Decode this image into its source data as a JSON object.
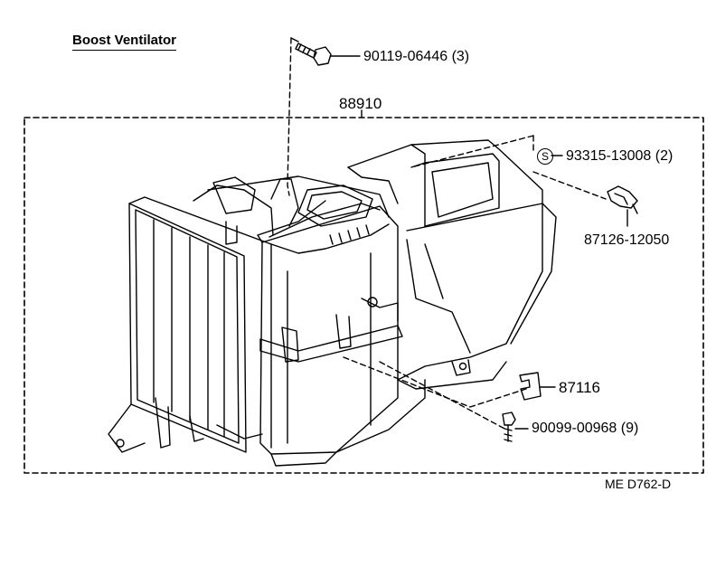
{
  "title": "Boost Ventilator",
  "assembly_number": "88910",
  "parts": [
    {
      "number": "90119-06446",
      "qty": "(3)"
    },
    {
      "number": "93315-13008",
      "qty": "(2)",
      "symbol": "S"
    },
    {
      "number": "87126-12050",
      "qty": ""
    },
    {
      "number": "87116",
      "qty": ""
    },
    {
      "number": "90099-00968",
      "qty": "(9)"
    }
  ],
  "diagram_code": "ME D762-D"
}
